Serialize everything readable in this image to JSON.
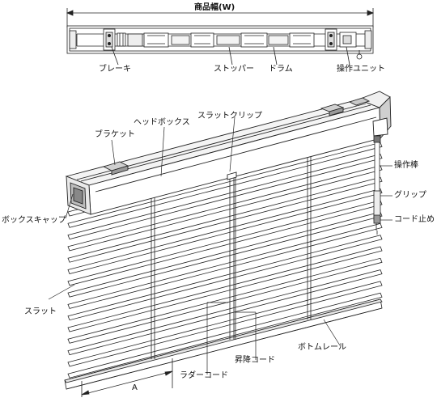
{
  "top_view": {
    "width_label": "商品幅(W)",
    "labels": {
      "brake": "ブレーキ",
      "stopper": "ストッパー",
      "drum": "ドラム",
      "operation_unit": "操作ユニット"
    }
  },
  "main_view": {
    "labels": {
      "slat_clip": "スラットクリップ",
      "head_box": "ヘッドボックス",
      "bracket": "ブラケット",
      "box_cap": "ボックスキャップ",
      "operating_rod": "操作棒",
      "grip": "グリップ",
      "cord_stop": "コード止め",
      "slat": "スラット",
      "bottom_rail": "ボトムレール",
      "lifting_cord": "昇降コード",
      "ladder_cord": "ラダーコード",
      "dimension_a": "A"
    }
  },
  "colors": {
    "line": "#222222",
    "fill": "#ffffff",
    "shade": "#d9d9d9",
    "dark": "#555555"
  }
}
